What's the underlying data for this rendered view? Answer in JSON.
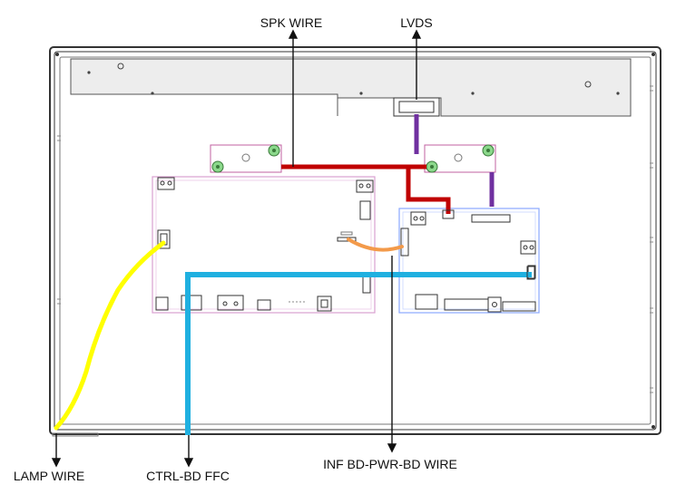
{
  "labels": {
    "spk_wire": "SPK WIRE",
    "lvds": "LVDS",
    "lamp_wire": "LAMP WIRE",
    "ctrl_bd_ffc": "CTRL-BD FFC",
    "inf_bd_pwr_bd_wire": "INF BD-PWR-BD WIRE"
  },
  "colors": {
    "spk_wire": "#c00000",
    "lvds": "#7030a0",
    "lamp_wire": "#ffff00",
    "ctrl_bd_ffc": "#1fb0e0",
    "inf_bd_pwr_bd_wire": "#f39a4a",
    "control_board_outline": "#d9a0d0",
    "power_board_outline": "#8aa8ff",
    "speaker_mount": "#c060a0",
    "screw_boss": "#8bd88b",
    "frame": "#333333"
  }
}
